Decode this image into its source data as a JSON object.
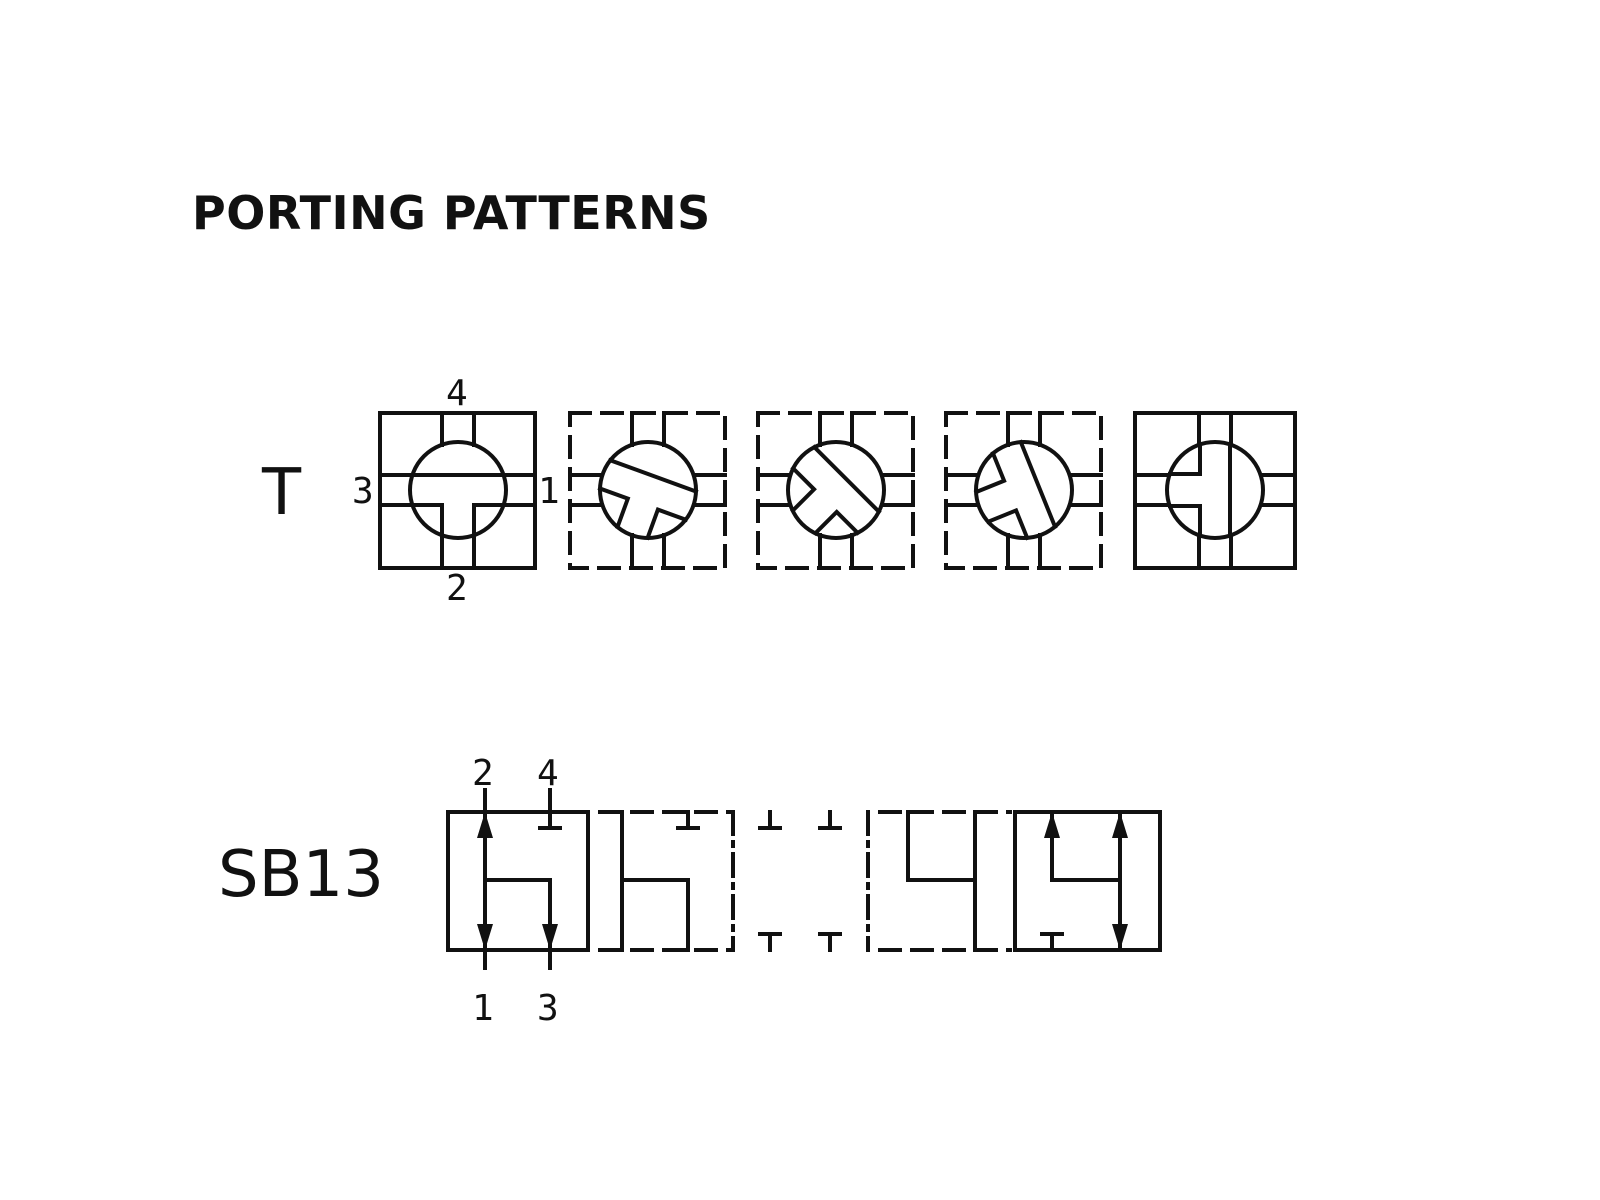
{
  "title": "PORTING PATTERNS",
  "patterns": [
    {
      "label": "T",
      "ports": {
        "top": "4",
        "bottom": "2",
        "left": "3",
        "right": "1"
      }
    },
    {
      "label": "SB13",
      "ports": {
        "top_a": "2",
        "top_b": "4",
        "bottom_a": "1",
        "bottom_b": "3"
      }
    }
  ]
}
